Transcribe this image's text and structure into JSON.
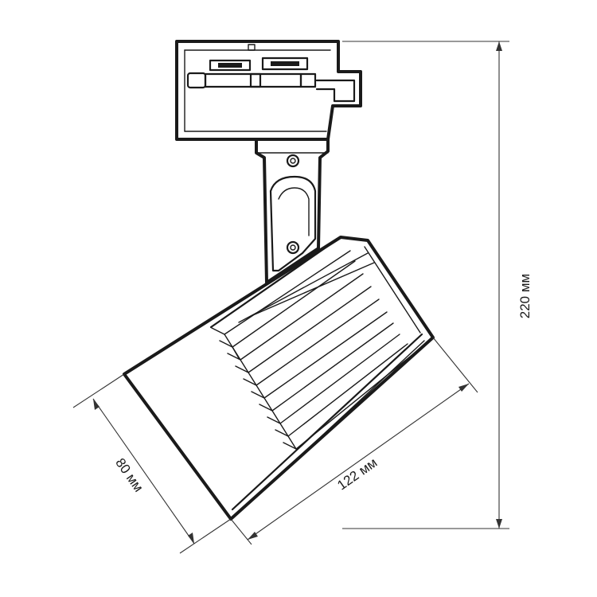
{
  "dimensions": {
    "height_label": "220 мм",
    "length_label": "122 мм",
    "diameter_label": "80 мм"
  },
  "colors": {
    "line": "#1a1a1a",
    "background": "#ffffff"
  }
}
